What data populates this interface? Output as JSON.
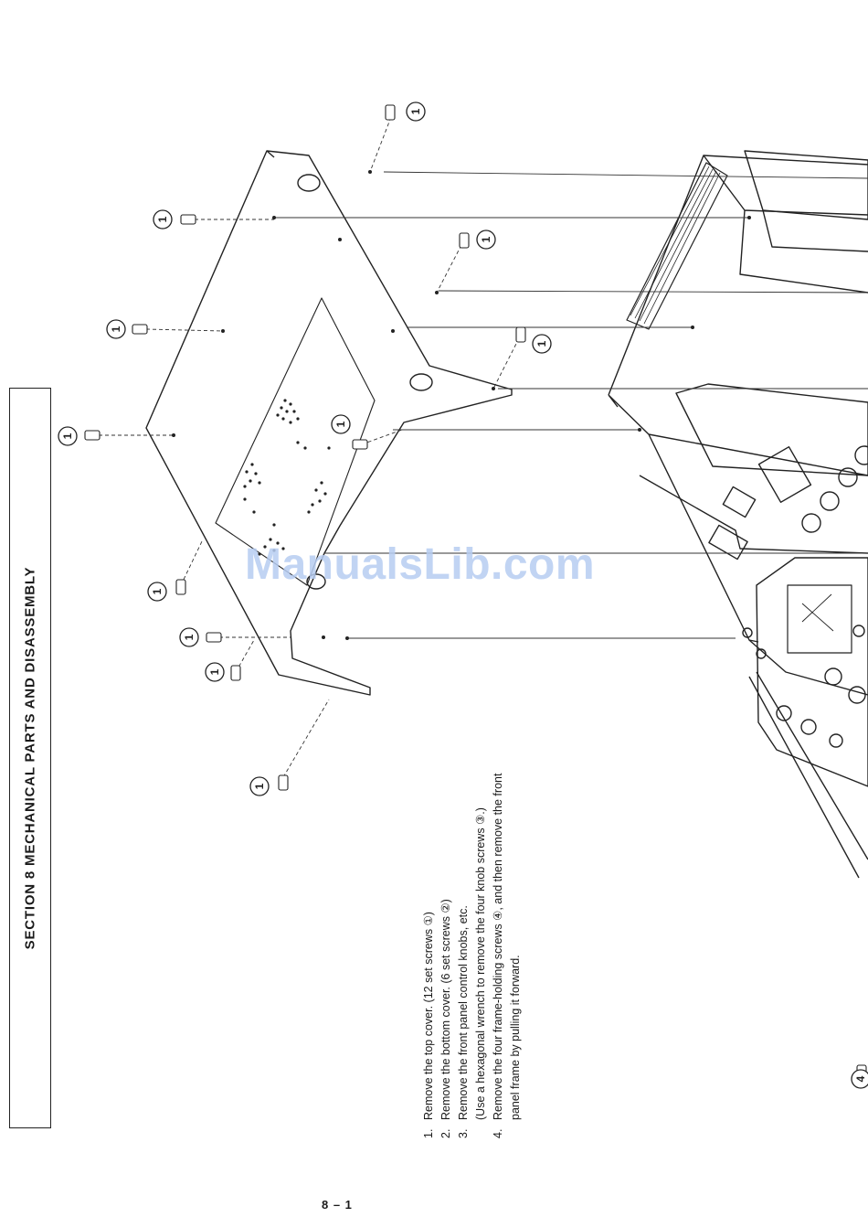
{
  "section": {
    "title": "SECTION 8 MECHANICAL PARTS AND DISASSEMBLY"
  },
  "steps": [
    {
      "num": "1.",
      "text": "Remove the top cover. (12 set screws ①)"
    },
    {
      "num": "2.",
      "text": "Remove the bottom cover. (6 set screws ②)"
    },
    {
      "num": "3.",
      "text": "Remove the front panel control knobs, etc.",
      "continuation": "(Use a hexagonal wrench to remove the four knob screws ③.)"
    },
    {
      "num": "4.",
      "text": "Remove the four frame-holding screws ④, and then remove the front panel frame by pulling it forward."
    }
  ],
  "callouts": {
    "screw_1": "1",
    "screw_4": "4"
  },
  "watermark": "ManualsLib.com",
  "page_number": "8 – 1"
}
